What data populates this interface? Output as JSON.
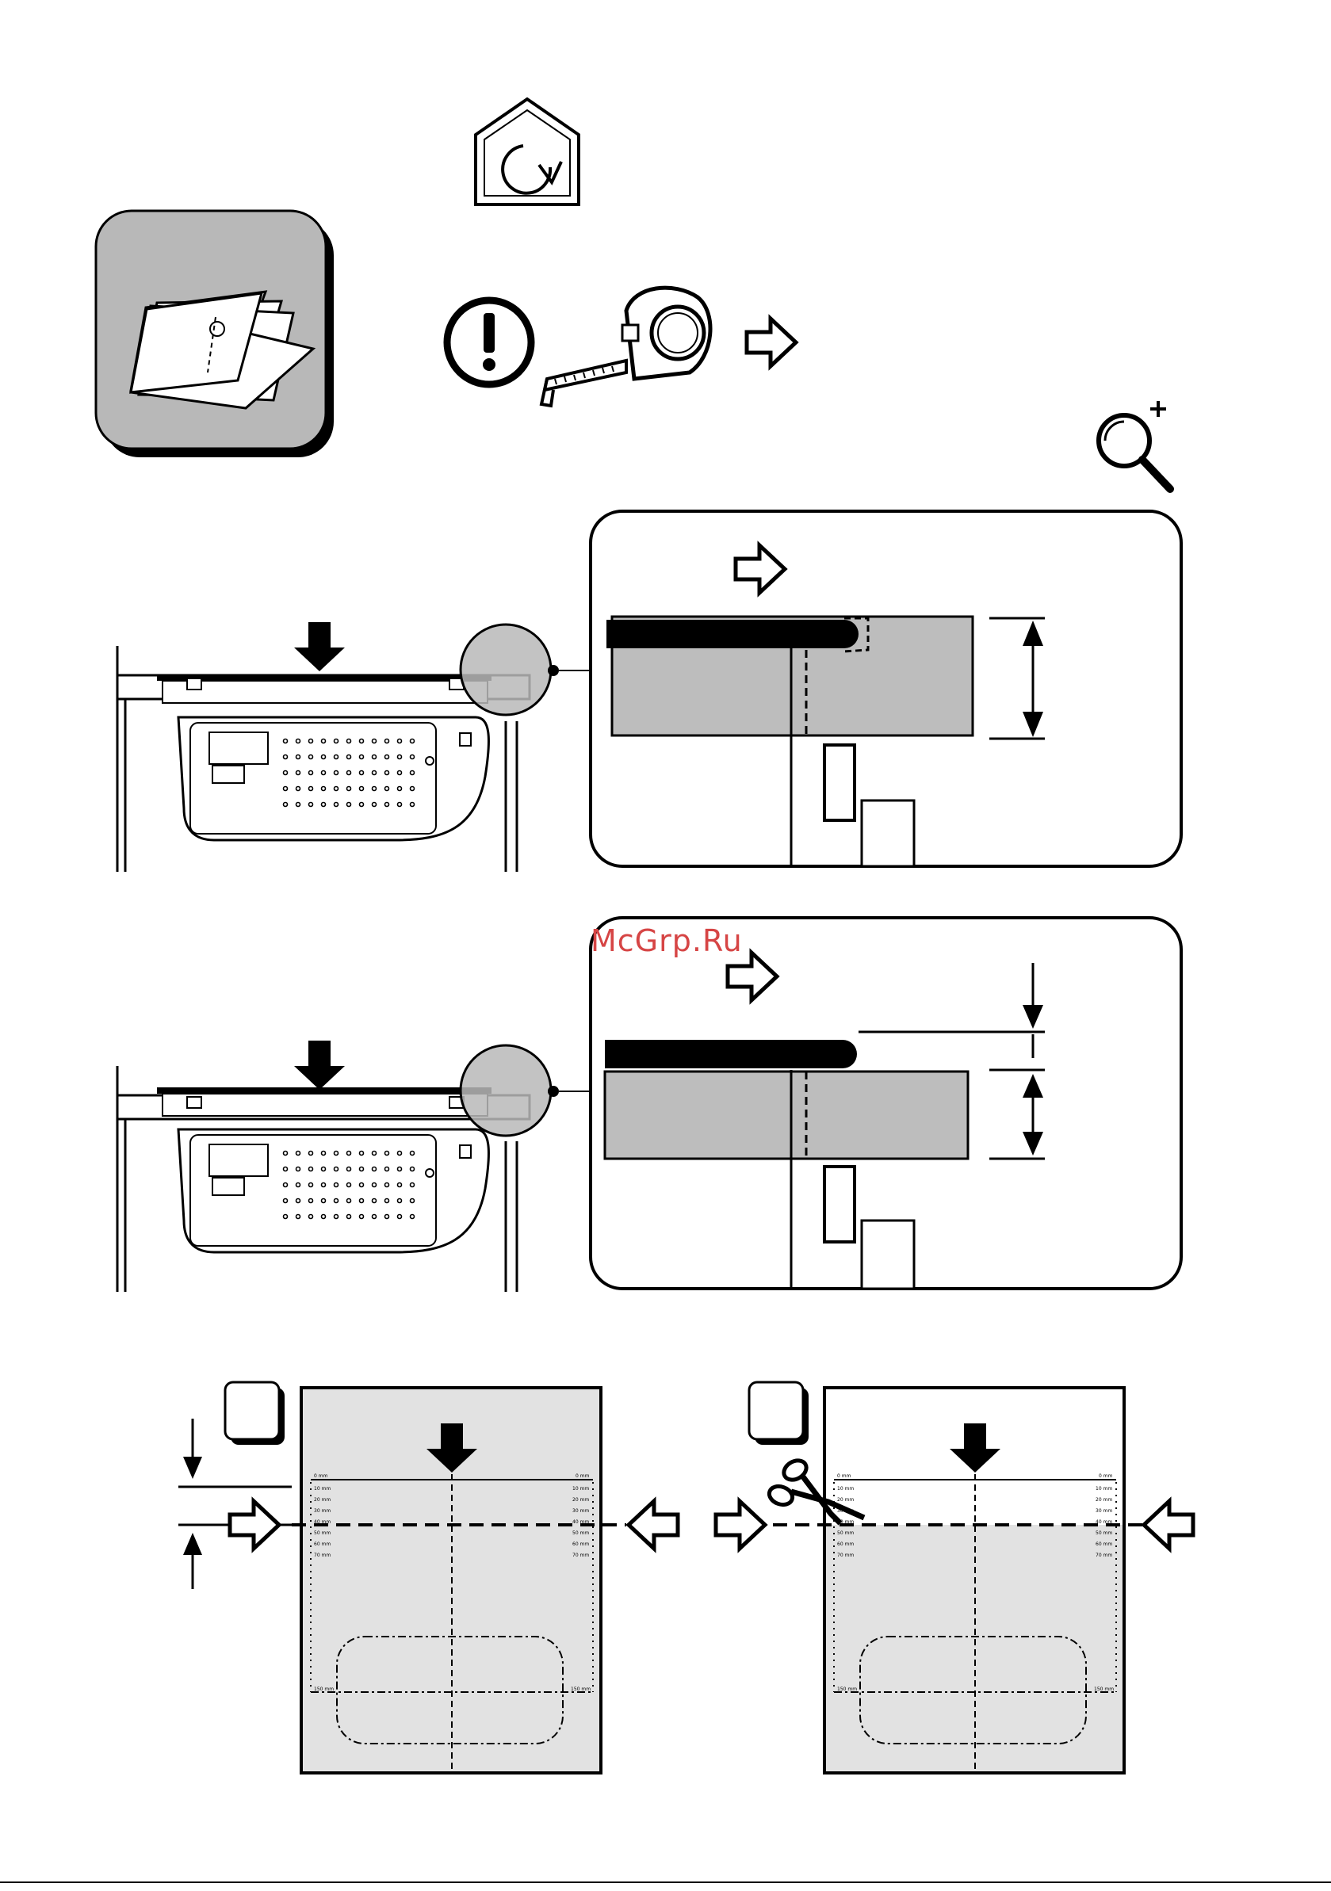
{
  "watermark": {
    "text": "McGrp.Ru"
  },
  "colors": {
    "panel_gray": "#bdbdbd",
    "template_gray": "#e2e2e2",
    "watermark": "#d64545",
    "ink": "#000000"
  },
  "icons": {
    "house_rotate": "house-rotate-icon",
    "manual": "manual-pages-icon",
    "warning": "exclamation-icon",
    "tape": "tape-measure-icon",
    "arrow": "outline-arrow-right-icon",
    "zoom": "magnifier-plus-icon",
    "scissors": "scissors-icon"
  },
  "template": {
    "ruler_top_left": "0 mm",
    "ruler_top_right": "0 mm",
    "ruler_left": [
      "10 mm",
      "20 mm",
      "30 mm",
      "40 mm",
      "50 mm",
      "60 mm",
      "70 mm"
    ],
    "ruler_right": [
      "10 mm",
      "20 mm",
      "30 mm",
      "40 mm",
      "50 mm",
      "60 mm",
      "70 mm"
    ],
    "ruler_bottom_left": "150 mm",
    "ruler_bottom_right": "150 mm"
  }
}
